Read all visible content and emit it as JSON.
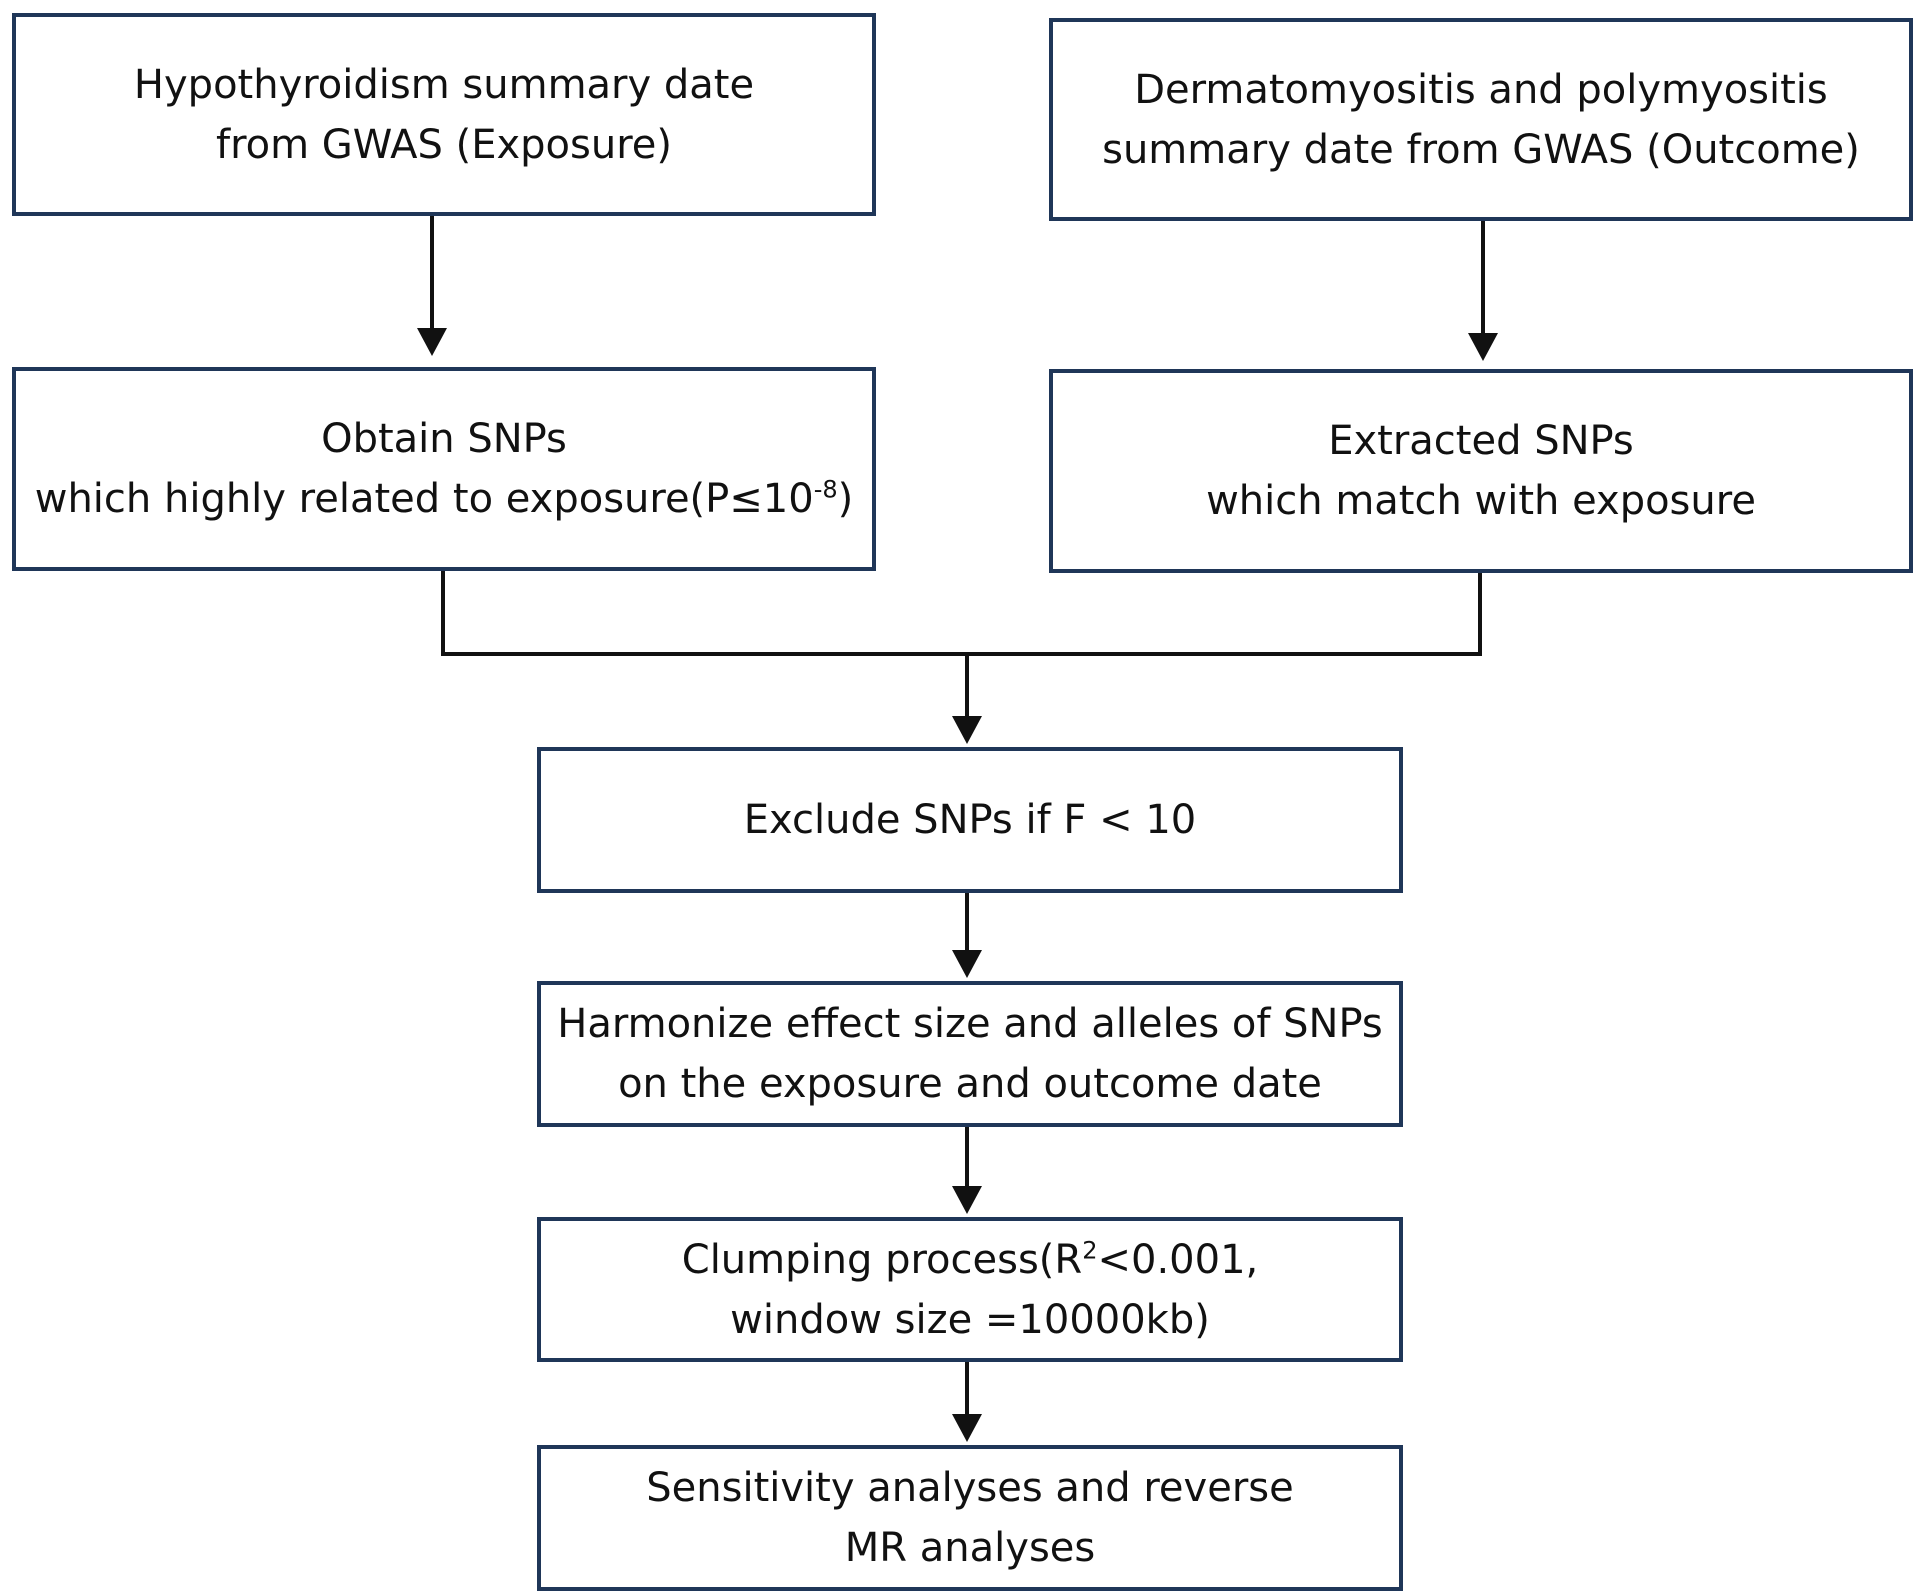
{
  "nodes": {
    "exposure_source": {
      "line1": "Hypothyroidism summary date",
      "line2": "from GWAS (Exposure)"
    },
    "outcome_source": {
      "line1": "Dermatomyositis and polymyositis",
      "line2": "summary date from GWAS (Outcome)"
    },
    "obtain_snps": {
      "line1": "Obtain SNPs",
      "line2_pre": "which highly related to exposure(P≤10",
      "line2_sup": "-8",
      "line2_post": ")"
    },
    "extracted_snps": {
      "line1": "Extracted SNPs",
      "line2": "which match with exposure"
    },
    "exclude_snps": {
      "line1": "Exclude SNPs if F < 10"
    },
    "harmonize": {
      "line1": "Harmonize effect size and alleles of SNPs",
      "line2": "on the exposure and outcome date"
    },
    "clumping": {
      "line1_pre": "Clumping process(R",
      "line1_sup": "2",
      "line1_post": "<0.001,",
      "line2": "window size =10000kb)"
    },
    "sensitivity": {
      "line1": "Sensitivity analyses and reverse",
      "line2": "MR analyses"
    }
  },
  "colors": {
    "box_border": "#1f3658",
    "arrow": "#111111",
    "text": "#111111"
  }
}
